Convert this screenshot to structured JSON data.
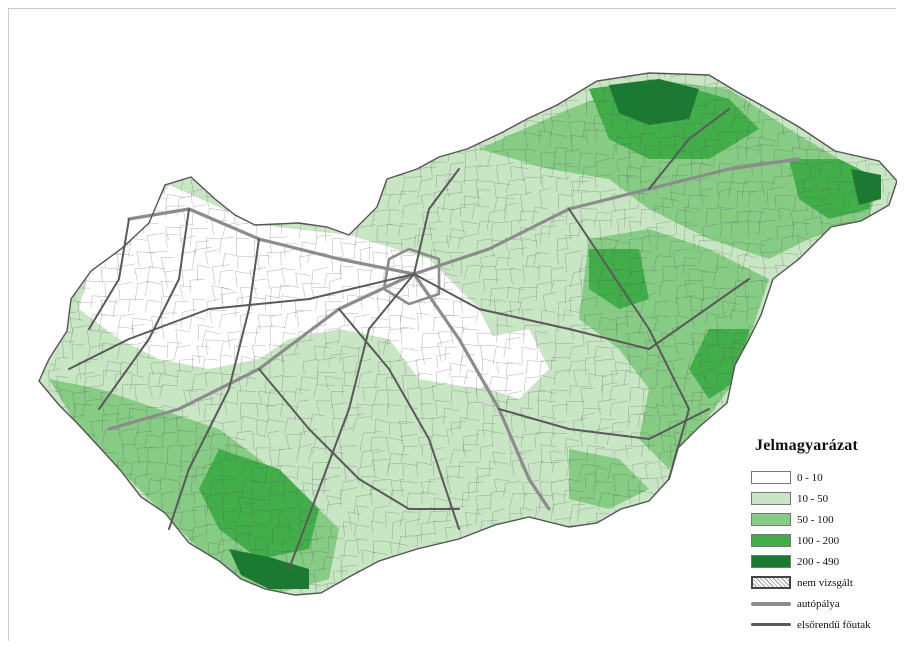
{
  "legend": {
    "title": "Jelmagyarázat",
    "classes": [
      {
        "label": "0 - 10",
        "color": "#ffffff"
      },
      {
        "label": "10 - 50",
        "color": "#c8e6c4"
      },
      {
        "label": "50 - 100",
        "color": "#86cc84"
      },
      {
        "label": "100 - 200",
        "color": "#41ae4a"
      },
      {
        "label": "200 - 490",
        "color": "#1b7a32"
      }
    ],
    "not_examined": {
      "label": "nem vizsgált"
    },
    "roads": [
      {
        "label": "autópálya",
        "color": "#8c8c8c"
      },
      {
        "label": "elsőrendű főutak",
        "color": "#5a5a5a"
      }
    ]
  },
  "map": {
    "outline_color": "#555555",
    "road_colors": {
      "motorway": "#8c8c8c",
      "primary": "#5a5a5a"
    }
  }
}
